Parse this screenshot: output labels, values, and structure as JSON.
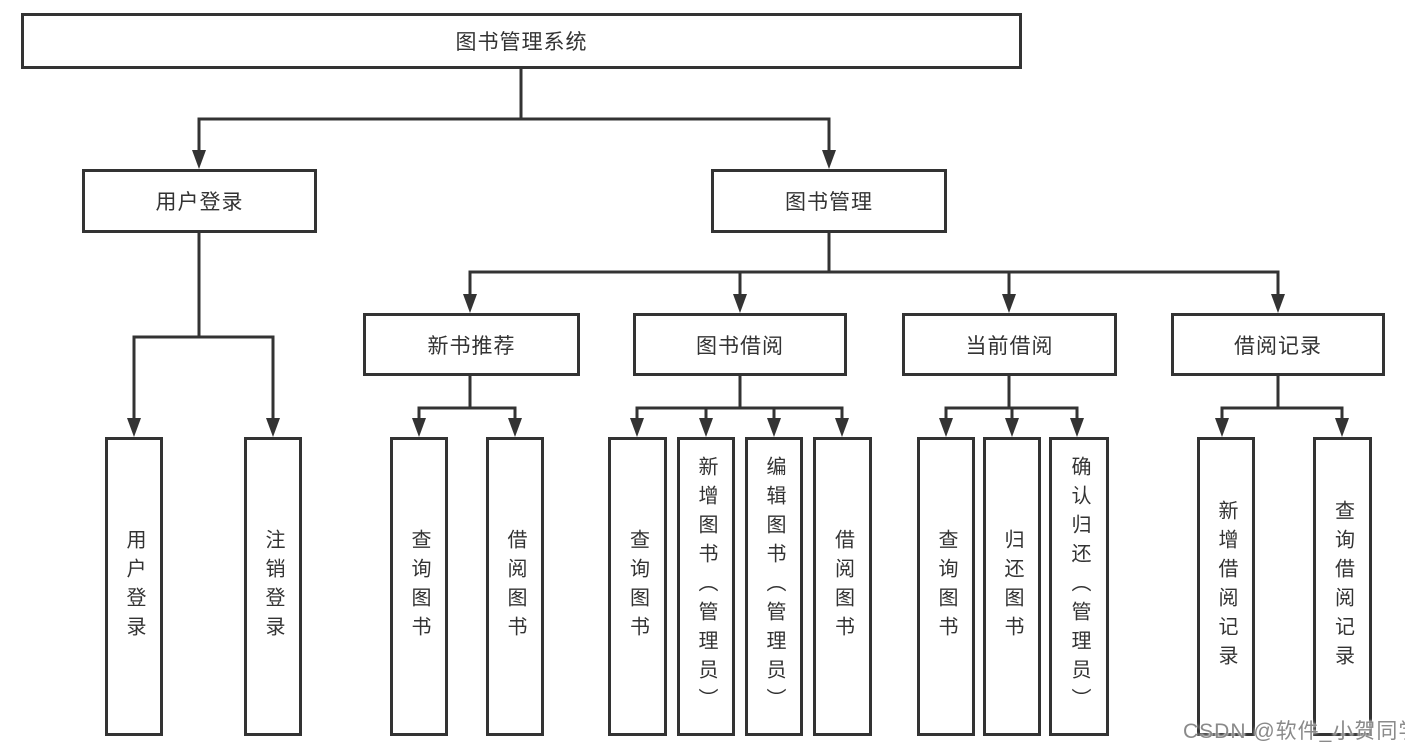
{
  "diagram": {
    "root": {
      "label": "图书管理系统"
    },
    "branches": [
      {
        "label": "用户登录",
        "children": [
          "用户登录",
          "注销登录"
        ]
      },
      {
        "label": "图书管理",
        "groups": [
          {
            "label": "新书推荐",
            "children": [
              "查询图书",
              "借阅图书"
            ]
          },
          {
            "label": "图书借阅",
            "children": [
              "查询图书",
              "新增图书（管理员）",
              "编辑图书（管理员）",
              "借阅图书"
            ]
          },
          {
            "label": "当前借阅",
            "children": [
              "查询图书",
              "归还图书",
              "确认归还（管理员）"
            ]
          },
          {
            "label": "借阅记录",
            "children": [
              "新增借阅记录",
              "查询借阅记录"
            ]
          }
        ]
      }
    ]
  },
  "watermark": {
    "text": "CSDN @软件_小贺同学"
  },
  "colors": {
    "line": "#333333",
    "box_border": "#333333",
    "text": "#333333",
    "background": "#ffffff",
    "watermark": "#8a8a8a"
  }
}
